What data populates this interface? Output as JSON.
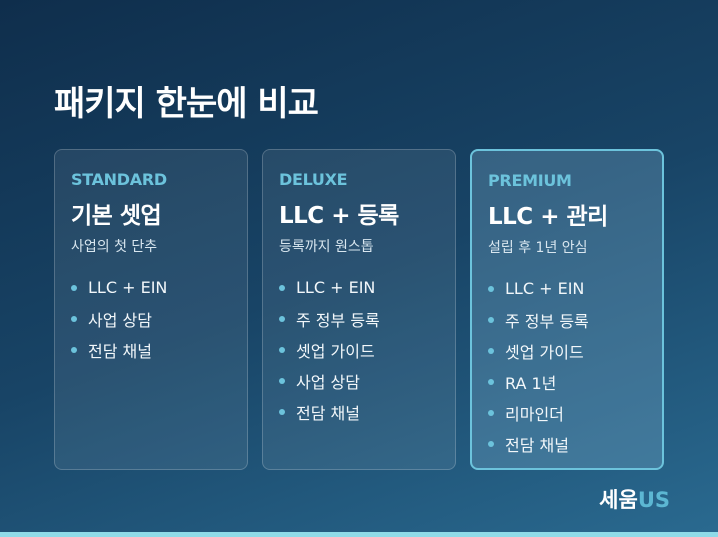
{
  "title": "패키지 한눈에 비교",
  "cards": [
    {
      "tier": "STANDARD",
      "name": "기본 셋업",
      "sub": "사업의 첫 단추",
      "items": [
        "LLC + EIN",
        "사업 상담",
        "전담 채널"
      ]
    },
    {
      "tier": "DELUXE",
      "name": "LLC + 등록",
      "sub": "등록까지 원스톱",
      "items": [
        "LLC + EIN",
        "주 정부 등록",
        "셋업 가이드",
        "사업 상담",
        "전담 채널"
      ]
    },
    {
      "tier": "PREMIUM",
      "name": "LLC + 관리",
      "sub": "설립 후 1년 안심",
      "items": [
        "LLC + EIN",
        "주 정부 등록",
        "셋업 가이드",
        "RA 1년",
        "리마인더",
        "전담 채널"
      ]
    }
  ],
  "logo": {
    "main": "세움",
    "accent": "US"
  },
  "colors": {
    "accent": "#6cc3dc"
  }
}
